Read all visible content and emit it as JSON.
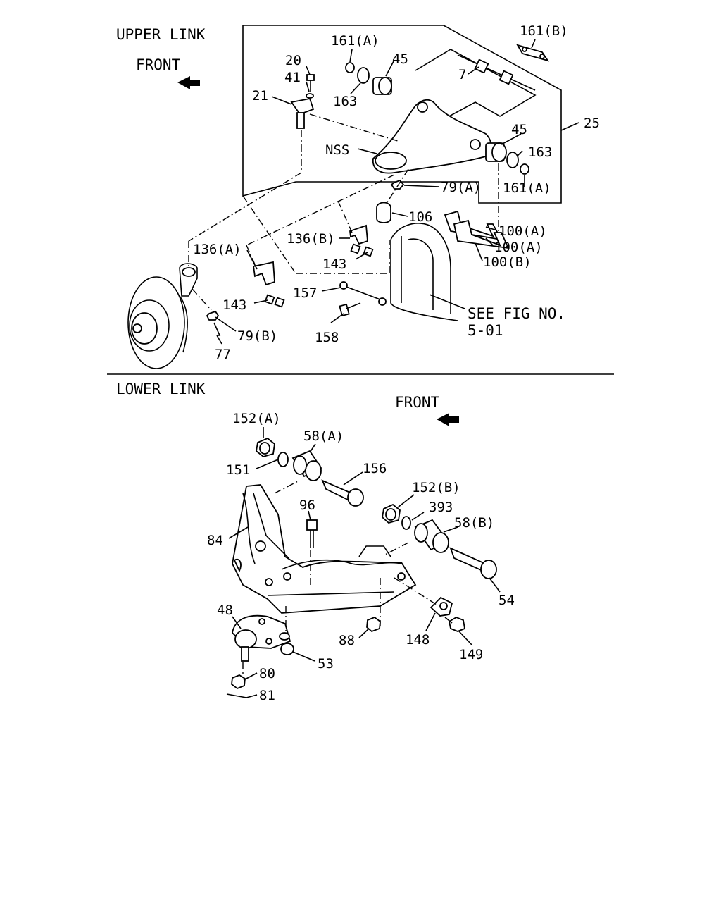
{
  "sections": {
    "upper_title": "UPPER LINK",
    "lower_title": "LOWER LINK",
    "front_upper": "FRONT",
    "front_lower": "FRONT",
    "see_fig_line1": "SEE FIG NO.",
    "see_fig_line2": "5-01"
  },
  "upper_labels": {
    "l161A_top": "161(A)",
    "l161B": "161(B)",
    "l20": "20",
    "l41": "41",
    "l21": "21",
    "l45_top": "45",
    "l7": "7",
    "l163_top": "163",
    "l25": "25",
    "l45_right": "45",
    "l163_right": "163",
    "lNSS": "NSS",
    "l79A": "79(A)",
    "l161A_right": "161(A)",
    "l106": "106",
    "l100A_1": "100(A)",
    "l100A_2": "100(A)",
    "l100B": "100(B)",
    "l136A": "136(A)",
    "l136B": "136(B)",
    "l143_mid": "143",
    "l143_low": "143",
    "l157": "157",
    "l158": "158",
    "l79B": "79(B)",
    "l77": "77"
  },
  "lower_labels": {
    "l152A": "152(A)",
    "l58A": "58(A)",
    "l151": "151",
    "l156": "156",
    "l152B": "152(B)",
    "l393": "393",
    "l58B": "58(B)",
    "l96": "96",
    "l84": "84",
    "l54": "54",
    "l48": "48",
    "l88": "88",
    "l148": "148",
    "l149": "149",
    "l53": "53",
    "l80": "80",
    "l81": "81"
  }
}
